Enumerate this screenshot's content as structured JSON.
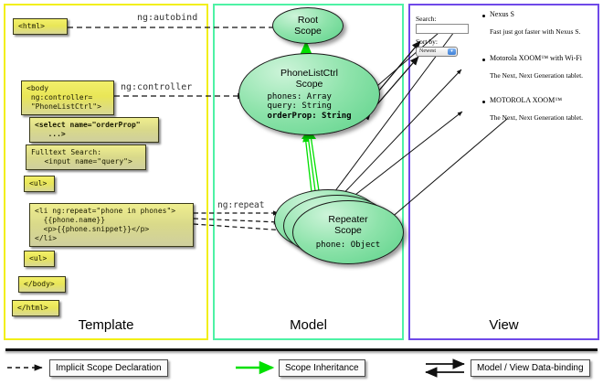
{
  "columns": {
    "template": {
      "label": "Template",
      "border_color": "#f2ef17"
    },
    "model": {
      "label": "Model",
      "border_color": "#4ef2a5"
    },
    "view": {
      "label": "View",
      "border_color": "#6f49e8"
    }
  },
  "template": {
    "boxes": [
      {
        "name": "html-open-tag",
        "text": "<html>"
      },
      {
        "name": "body-tag",
        "text": "<body\n ng:controller=\n \"PhoneListCtrl\">"
      },
      {
        "name": "select-tag",
        "text": "<select name=\"orderProp\"\n   ...>"
      },
      {
        "name": "fulltext-search",
        "text": "Fulltext Search:\n   <input name=\"query\">"
      },
      {
        "name": "ul-open-tag",
        "text": "<ul>"
      },
      {
        "name": "li-repeat",
        "text": "<li ng:repeat=\"phone in phones\">\n  {{phone.name}}\n  <p>{{phone.snippet}}</p>\n</li>"
      },
      {
        "name": "ul-close-tag",
        "text": "<ul>"
      },
      {
        "name": "body-close-tag",
        "text": "</body>"
      },
      {
        "name": "html-close-tag",
        "text": "</html>"
      }
    ]
  },
  "connector_labels": {
    "autobind": "ng:autobind",
    "controller": "ng:controller",
    "repeat": "ng:repeat"
  },
  "model": {
    "scopes": [
      {
        "name": "root-scope",
        "title_line1": "Root",
        "title_line2": "Scope",
        "props": []
      },
      {
        "name": "phonelistctrl-scope",
        "title_line1": "PhoneListCtrl",
        "title_line2": "Scope",
        "props": [
          {
            "text": "phones: Array",
            "bold": false
          },
          {
            "text": "query: String",
            "bold": false
          },
          {
            "text": "orderProp: String",
            "bold": true
          }
        ]
      },
      {
        "name": "repeater-scope",
        "title_line1": "Repeater",
        "title_line2": "Scope",
        "props": [
          {
            "text": "phone: Object",
            "bold": false
          }
        ]
      }
    ]
  },
  "view": {
    "search_label": "Search:",
    "search_value": "",
    "sort_label": "Sort by:",
    "sort_selected": "Newest",
    "phones": [
      {
        "name": "Nexus S",
        "snippet": "Fast just got faster with Nexus S."
      },
      {
        "name": "Motorola XOOM™ with Wi-Fi",
        "snippet": "The Next, Next Generation tablet."
      },
      {
        "name": "MOTOROLA XOOM™",
        "snippet": "The Next, Next Generation tablet."
      }
    ]
  },
  "legend": {
    "items": [
      {
        "name": "implicit-scope-declaration",
        "label": "Implicit Scope Declaration",
        "line": "dashed",
        "color": "#000000"
      },
      {
        "name": "scope-inheritance",
        "label": "Scope Inheritance",
        "line": "solid",
        "color": "#00e000"
      },
      {
        "name": "model-view-data-binding",
        "label": "Model / View Data-binding",
        "line": "double",
        "color": "#000000"
      }
    ]
  },
  "colors": {
    "template_border": "#f2ef17",
    "model_border": "#4ef2a5",
    "view_border": "#6f49e8",
    "code_box_fill": "#e9e657",
    "scope_fill": "#8ee3ab",
    "inheritance_arrow": "#00e000"
  }
}
